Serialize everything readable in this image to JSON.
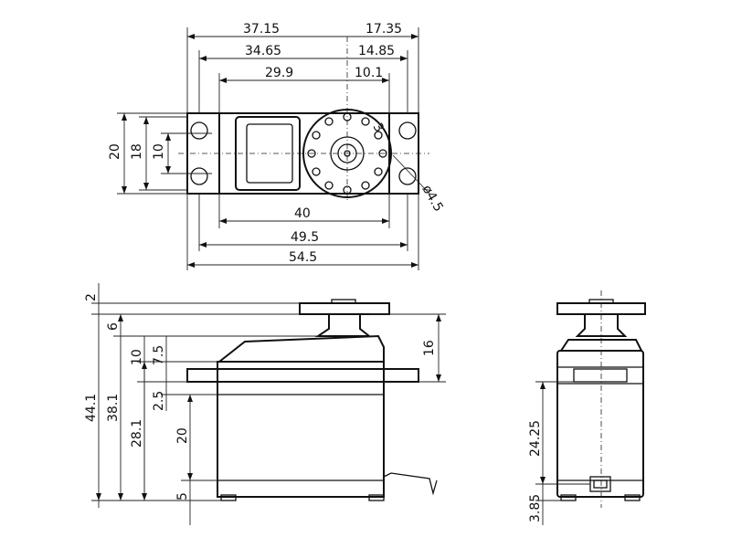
{
  "top_view": {
    "width_dims": {
      "d1": "37.15",
      "d2": "17.35",
      "d3": "34.65",
      "d4": "14.85",
      "d5": "29.9",
      "d6": "10.1",
      "d7": "40",
      "d8": "49.5",
      "d9": "54.5"
    },
    "height_dims": {
      "h1": "20",
      "h2": "18",
      "h3": "10"
    },
    "hole_dia": "ø4.5",
    "small_3": "3"
  },
  "side_view": {
    "left_dims": {
      "a": "2",
      "b": "6",
      "c": "44.1",
      "d": "38.1",
      "e": "28.1",
      "f": "10",
      "g": "7.5",
      "h": "2.5",
      "i": "20",
      "j": "5"
    },
    "right_dim": "16"
  },
  "end_view": {
    "dims": {
      "a": "24.25",
      "b": "3.85"
    }
  }
}
